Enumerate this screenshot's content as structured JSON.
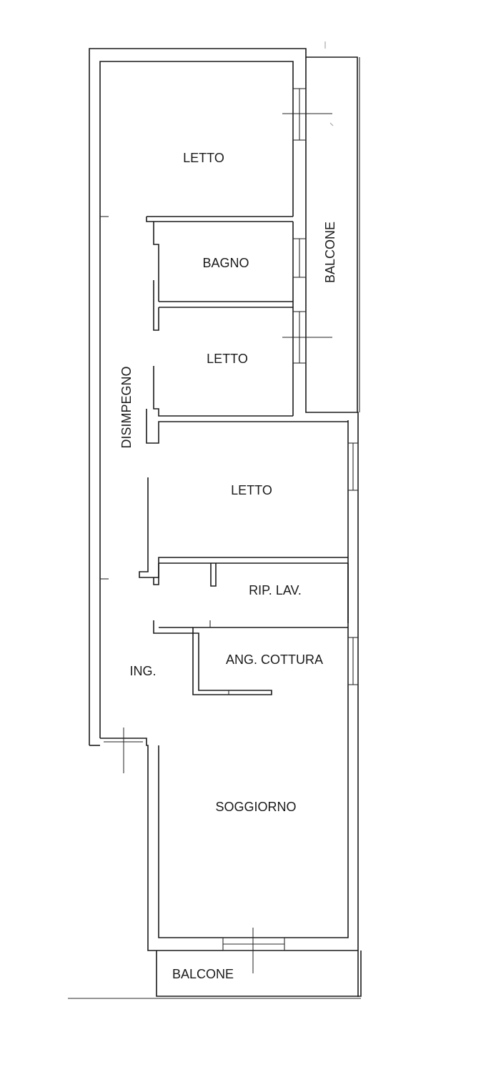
{
  "rooms": [
    {
      "id": "letto-1",
      "label": "LETTO"
    },
    {
      "id": "bagno",
      "label": "BAGNO"
    },
    {
      "id": "letto-2",
      "label": "LETTO"
    },
    {
      "id": "letto-3",
      "label": "LETTO"
    },
    {
      "id": "rip-lav",
      "label": "RIP. LAV."
    },
    {
      "id": "ang-cottura",
      "label": "ANG. COTTURA"
    },
    {
      "id": "ingresso",
      "label": "ING."
    },
    {
      "id": "soggiorno",
      "label": "SOGGIORNO"
    },
    {
      "id": "disimpegno",
      "label": "DISIMPEGNO"
    },
    {
      "id": "balcone-side",
      "label": "BALCONE"
    },
    {
      "id": "balcone-bottom",
      "label": "BALCONE"
    }
  ]
}
